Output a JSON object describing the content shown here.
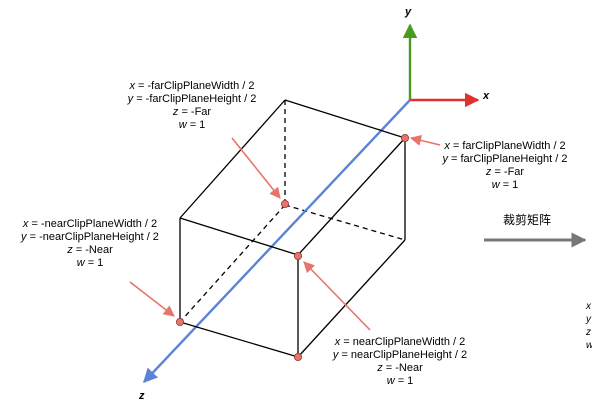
{
  "axes": {
    "x": "x",
    "y": "y",
    "z": "z"
  },
  "middle_label": "裁剪矩阵",
  "labels": {
    "far_top_left": {
      "x_var": "x",
      "x_expr": " = -farClipPlaneWidth / 2",
      "y_var": "y",
      "y_expr": " = -farClipPlaneHeight / 2",
      "z_var": "z",
      "z_expr": " = -Far",
      "w_var": "w",
      "w_expr": " = 1"
    },
    "far_top_right": {
      "x_var": "x",
      "x_expr": " = farClipPlaneWidth / 2",
      "y_var": "y",
      "y_expr": " = farClipPlaneHeight / 2",
      "z_var": "z",
      "z_expr": " = -Far",
      "w_var": "w",
      "w_expr": " = 1"
    },
    "near_bottom_left": {
      "x_var": "x",
      "x_expr": " = -nearClipPlaneWidth / 2",
      "y_var": "y",
      "y_expr": " = -nearClipPlaneHeight / 2",
      "z_var": "z",
      "z_expr": " = -Near",
      "w_var": "w",
      "w_expr": " = 1"
    },
    "near_bottom_right": {
      "x_var": "x",
      "x_expr": " = nearClipPlaneWidth / 2",
      "y_var": "y",
      "y_expr": " = nearClipPlaneHeight / 2",
      "z_var": "z",
      "z_expr": " = -Near",
      "w_var": "w",
      "w_expr": " = 1"
    }
  },
  "cut_off_right": [
    "x",
    "y",
    "z",
    "w"
  ],
  "colors": {
    "x_axis": "#e03030",
    "y_axis": "#4a9a1e",
    "z_axis": "#5b84d6",
    "marker": "#e8736a",
    "arrow_right": "#777777"
  }
}
